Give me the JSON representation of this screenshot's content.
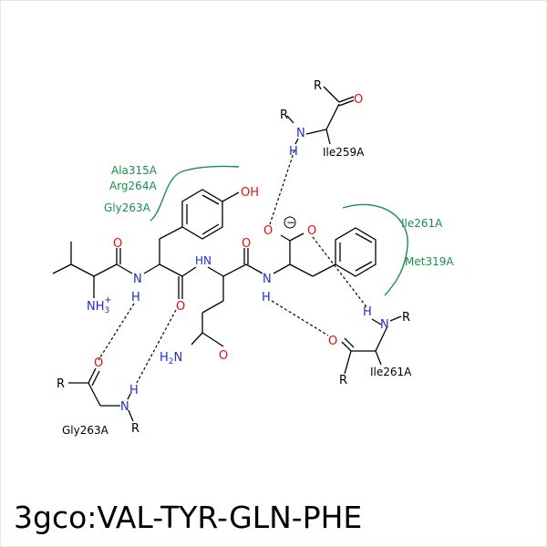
{
  "title": "3gco:VAL-TYR-GLN-PHE",
  "colors": {
    "nitrogen": "#1f2fc8",
    "oxygen": "#e01010",
    "carbon": "#000000",
    "residue": "#1a8f4a"
  },
  "atoms": {
    "nh3": "NH",
    "nh3_sub": "3",
    "nh3_charge": "+",
    "oh": "OH",
    "h2n": "H",
    "h2n_sub": "2",
    "h2n_n": "N",
    "o": "O",
    "n": "N",
    "h": "H",
    "hn": "HN",
    "r": "R",
    "minus": "−"
  },
  "residues": {
    "ala315": "Ala315A",
    "arg264": "Arg264A",
    "gly263_top": "Gly263A",
    "ile261_top": "Ile261A",
    "met319": "Met319A",
    "ile259": "Ile259A",
    "ile261_bottom": "Ile261A",
    "gly263_bottom": "Gly263A"
  }
}
